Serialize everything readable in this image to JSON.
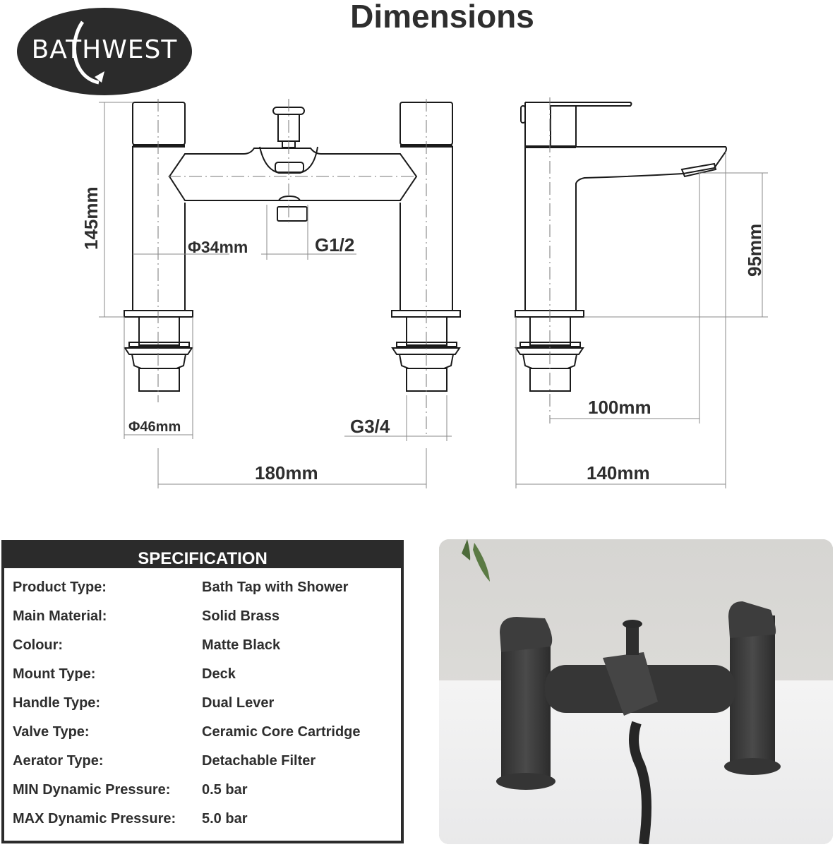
{
  "brand": {
    "logo_text": "BATHWEST",
    "logo_bg": "#2b2b2b"
  },
  "header": {
    "title": "Dimensions"
  },
  "dimensions": {
    "front_view": {
      "height": "145mm",
      "pillar_diameter": "Φ34mm",
      "shower_outlet_thread": "G1/2",
      "base_diameter": "Φ46mm",
      "inlet_thread": "G3/4",
      "centres": "180mm"
    },
    "side_view": {
      "spout_height": "95mm",
      "spout_reach": "100mm",
      "overall_depth": "140mm"
    }
  },
  "specification": {
    "heading": "SPECIFICATION",
    "rows": [
      {
        "label": "Product Type:",
        "value": "Bath Tap with Shower"
      },
      {
        "label": "Main Material:",
        "value": "Solid Brass"
      },
      {
        "label": "Colour:",
        "value": "Matte Black"
      },
      {
        "label": "Mount Type:",
        "value": "Deck"
      },
      {
        "label": "Handle Type:",
        "value": "Dual Lever"
      },
      {
        "label": "Valve Type:",
        "value": "Ceramic Core Cartridge"
      },
      {
        "label": "Aerator Type:",
        "value": "Detachable Filter"
      },
      {
        "label": "MIN Dynamic Pressure:",
        "value": "0.5 bar"
      },
      {
        "label": "MAX Dynamic Pressure:",
        "value": "5.0 bar"
      }
    ]
  },
  "photo": {
    "description": "Matte black bath shower mixer tap on white bath deck"
  },
  "colors": {
    "ink": "#2e2e2e",
    "line": "#1a1a1a",
    "dimline": "#8a8a8a",
    "tap_black": "#3a3a3a"
  }
}
